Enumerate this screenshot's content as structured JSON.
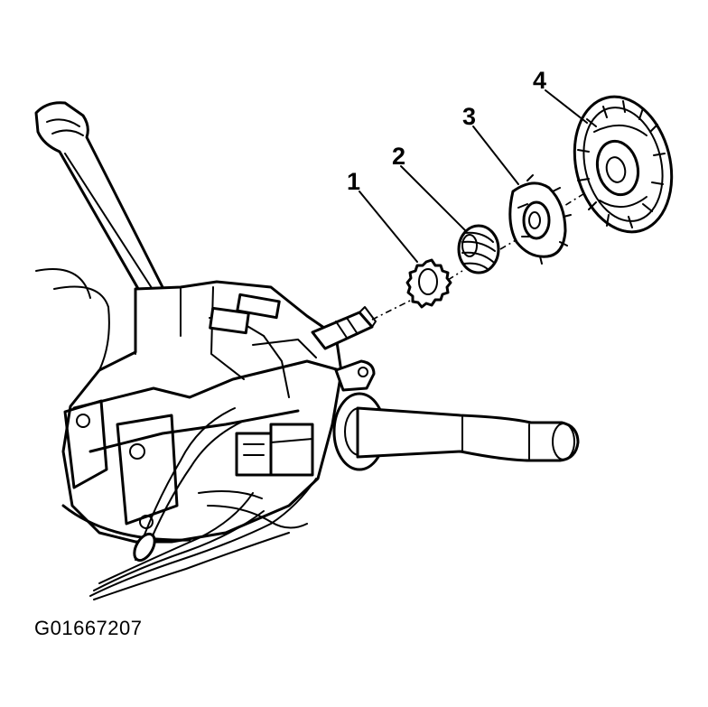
{
  "callouts": {
    "c1": "1",
    "c2": "2",
    "c3": "3",
    "c4": "4"
  },
  "figure_id": "G01667207"
}
